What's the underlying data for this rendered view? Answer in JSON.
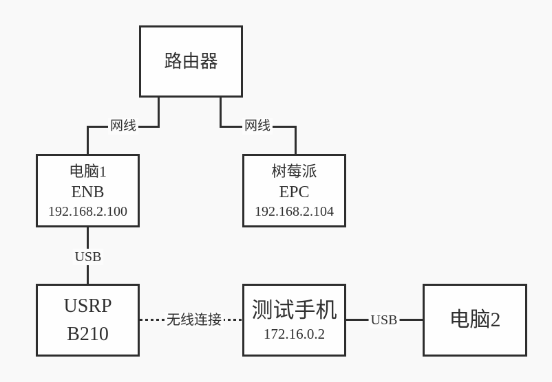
{
  "diagram": {
    "colors": {
      "background": "#f9f9f9",
      "node_fill": "#fefefe",
      "stroke": "#2e2e2e",
      "text": "#2f2f2f"
    },
    "nodes": {
      "router": {
        "title": "路由器"
      },
      "pc1": {
        "title": "电脑1",
        "subtitle": "ENB",
        "ip": "192.168.2.100"
      },
      "rpi": {
        "title": "树莓派",
        "subtitle": "EPC",
        "ip": "192.168.2.104"
      },
      "usrp": {
        "line1": "USRP",
        "line2": "B210"
      },
      "phone": {
        "title": "测试手机",
        "ip": "172.16.0.2"
      },
      "pc2": {
        "title": "电脑2"
      }
    },
    "edges": {
      "router_pc1": "网线",
      "router_rpi": "网线",
      "pc1_usrp": "USB",
      "usrp_phone": "无线连接",
      "phone_pc2": "USB"
    }
  }
}
